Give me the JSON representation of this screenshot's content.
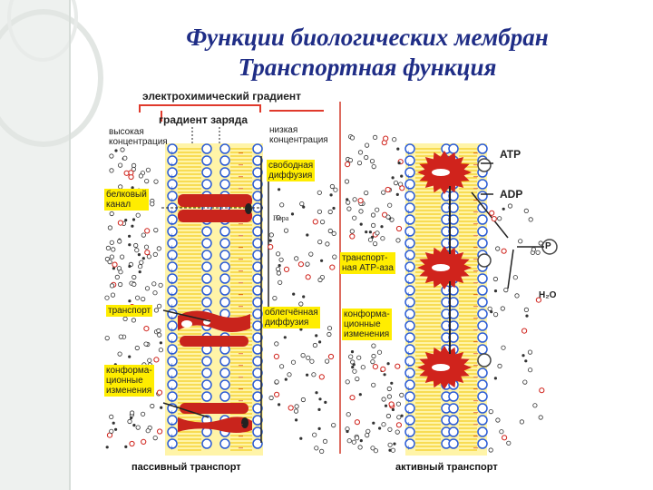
{
  "title": {
    "line1": "Функции биологических мембран",
    "line2": "Транспортная функция"
  },
  "passive": {
    "electrochemical_gradient": "электрохимический градиент",
    "charge_gradient": "градиент заряда",
    "high_conc": "высокая\nконцентрация",
    "low_conc": "низкая\nконцентрация",
    "free_diffusion": "свободная\nдиффузия",
    "protein_channel": "белковый\nканал",
    "pore": "Пора",
    "transporter": "транспорт",
    "facilitated_diffusion": "облегчённая\nдиффузия",
    "conformational": "конформа-\nционные\nизменения",
    "footer": "пассивный транспорт"
  },
  "active": {
    "atp": "ATP",
    "adp": "ADP",
    "p": "P",
    "h2o": "H₂O",
    "transport_atpase": "транспорт-\nная ATP-аза",
    "conformational": "конформа-\nционные\nизменения",
    "footer": "активный транспорт"
  },
  "colors": {
    "title": "#1f2d86",
    "membrane": "#ffe100",
    "lipid_head": "#2a5bd7",
    "protein": "#d0231c",
    "bracket": "#e03a2c",
    "label_box": "#ffed00"
  }
}
